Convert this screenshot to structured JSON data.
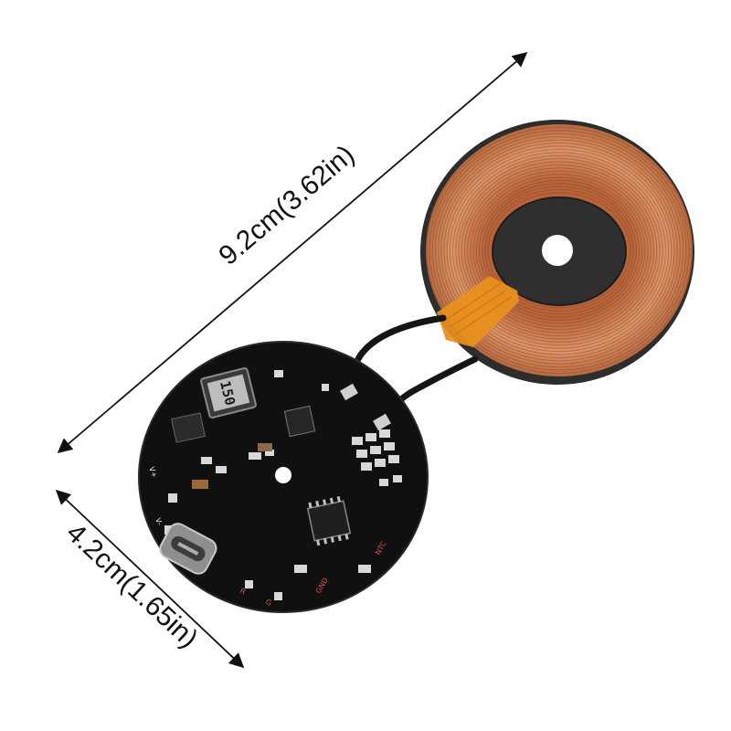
{
  "dimensions": {
    "coil_diameter": "9.2cm(3.62in)",
    "board_diameter": "4.2cm(1.65in)"
  },
  "board": {
    "inductor_marking": "150",
    "silkscreen": {
      "v_plus": "V+",
      "v_minus": "V-",
      "gnd": "GND",
      "ntc": "NTC",
      "r": "R",
      "g": "G"
    }
  },
  "colors": {
    "copper": "#c8784a",
    "pcb": "#111111",
    "ferrite": "#2a2a2a",
    "tape": "#e8901e"
  },
  "icons": [
    "arrow-icon"
  ]
}
